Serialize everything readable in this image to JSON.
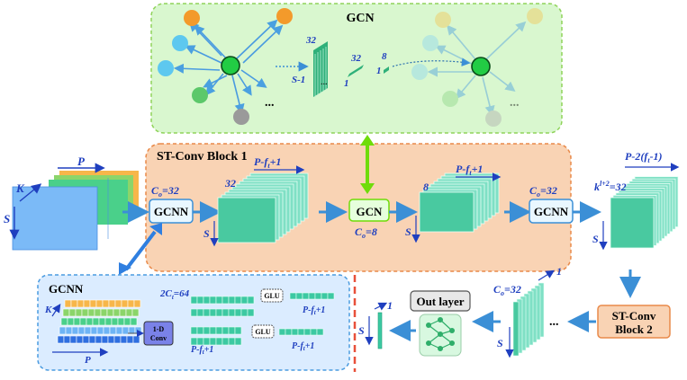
{
  "gcn_panel": {
    "title": "GCN"
  },
  "gcn_transform": {
    "l32a": "32",
    "ls1": "S-1",
    "l32b": "32",
    "l1a": "1",
    "l8": "8",
    "l1b": "1"
  },
  "gcn_dots": "...",
  "st_block": {
    "title": "ST-Conv Block 1"
  },
  "input": {
    "P": "P",
    "K": "K",
    "S": "S"
  },
  "gcnn1": {
    "label": "GCNN",
    "co": "C",
    "co_sub": "o",
    "co_val": "=32"
  },
  "stack1": {
    "top": "P-f",
    "top_sub": "t",
    "top_rest": "+1",
    "depth": "32",
    "S": "S"
  },
  "gcn_box": {
    "label": "GCN",
    "co": "C",
    "co_sub": "o",
    "co_val": "=8"
  },
  "stack2": {
    "top": "P-f",
    "top_sub": "t",
    "top_rest": "+1",
    "depth": "8",
    "S": "S"
  },
  "gcnn2": {
    "label": "GCNN",
    "co": "C",
    "co_sub": "o",
    "co_val": "=32"
  },
  "stack3": {
    "top": "P-2(f",
    "top_sub": "t",
    "top_rest": "-1)",
    "k": "k",
    "k_sup": "l+2",
    "k_val": "=32",
    "S": "S"
  },
  "block2": {
    "line1": "ST-Conv",
    "line2": "Block 2"
  },
  "out_stack": {
    "co": "C",
    "co_sub": "o",
    "co_val": "=32",
    "one": "1",
    "S": "S",
    "dots": "..."
  },
  "out_layer": {
    "label": "Out layer"
  },
  "final": {
    "one": "1",
    "S": "S"
  },
  "gcnn_detail": {
    "title": "GCNN",
    "two_co": "2C",
    "two_co_sub": "t",
    "two_co_val": "=64",
    "K": "K",
    "P": "P",
    "conv_line1": "1-D",
    "conv_line2": "Conv",
    "glu": "GLU",
    "pf_top": "P-f",
    "pf_sub": "t",
    "pf_rest": "+1"
  },
  "colors": {
    "green_panel": "#d9f7cf",
    "orange_panel": "#f9d3b4",
    "blue_panel": "#dbecff",
    "teal": "#3cc9a2",
    "arrow": "#3b8fd6"
  }
}
